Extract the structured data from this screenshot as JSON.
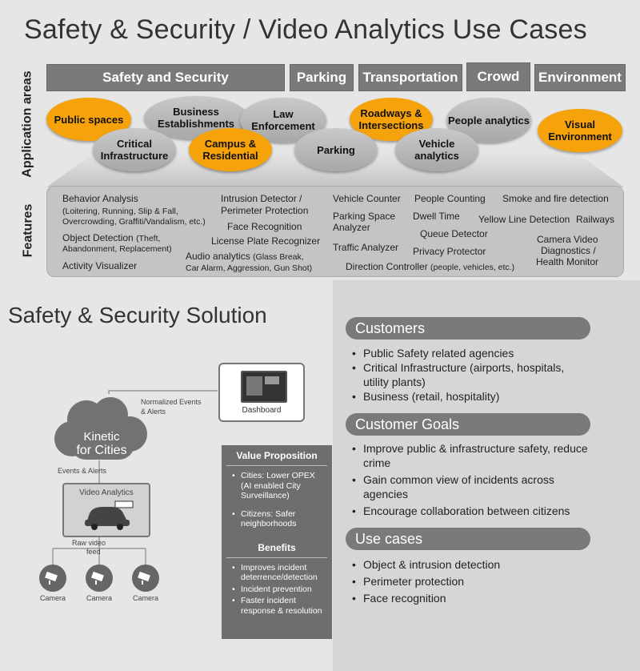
{
  "title": "Safety & Security / Video Analytics Use Cases",
  "side_labels": {
    "application_areas": "Application areas",
    "features": "Features"
  },
  "categories": [
    "Safety and Security",
    "Parking",
    "Transportation",
    "Crowd",
    "Environment"
  ],
  "bubbles": {
    "public_spaces": "Public spaces",
    "business_establishments": "Business Establishments",
    "law_enforcement": "Law Enforcement",
    "roadways_intersections": "Roadways & Intersections",
    "people_analytics": "People analytics",
    "visual_environment": "Visual Environment",
    "critical_infrastructure": "Critical Infrastructure",
    "campus_residential": "Campus & Residential",
    "parking": "Parking",
    "vehicle_analytics": "Vehicle analytics"
  },
  "features": {
    "behavior_analysis": "Behavior Analysis",
    "behavior_detail_1": "(Loitering, Running, Slip & Fall,",
    "behavior_detail_2": "Overcrowding, Graffiti/Vandalism, etc.)",
    "object_detection": "Object Detection",
    "object_detail_1": "(Theft,",
    "object_detail_2": "Abandonment, Replacement)",
    "activity_visualizer": "Activity Visualizer",
    "intrusion_detector_1": "Intrusion Detector /",
    "intrusion_detector_2": "Perimeter Protection",
    "face_recognition": "Face Recognition",
    "license_plate": "License Plate Recognizer",
    "audio_analytics": "Audio analytics",
    "audio_detail_1": "(Glass Break,",
    "audio_detail_2": "Car Alarm, Aggression, Gun Shot)",
    "vehicle_counter": "Vehicle Counter",
    "parking_space_1": "Parking Space",
    "parking_space_2": "Analyzer",
    "traffic_analyzer": "Traffic Analyzer",
    "direction_controller": "Direction Controller",
    "direction_detail": "(people, vehicles, etc.)",
    "people_counting": "People Counting",
    "dwell_time": "Dwell Time",
    "queue_detector": "Queue Detector",
    "privacy_protector": "Privacy Protector",
    "smoke_fire": "Smoke and fire detection",
    "yellow_line": "Yellow Line Detection",
    "railways": "Railways",
    "camera_video_1": "Camera Video",
    "camera_video_2": "Diagnostics /",
    "camera_video_3": "Health Monitor"
  },
  "solution": {
    "title": "Safety & Security Solution",
    "dashboard": "Dashboard",
    "normalized_events_1": "Normalized Events",
    "normalized_events_2": "& Alerts",
    "kinetic_1": "Kinetic",
    "kinetic_2": "for Cities",
    "events_alerts": "Events & Alerts",
    "video_analytics": "Video Analytics",
    "raw_video_1": "Raw video",
    "raw_video_2": "feed",
    "cameras": [
      "Camera",
      "Camera",
      "Camera"
    ],
    "value_proposition": {
      "heading": "Value Proposition",
      "items": [
        "Cities: Lower OPEX (AI enabled City Surveillance)",
        "Citizens: Safer neighborhoods"
      ]
    },
    "benefits": {
      "heading": "Benefits",
      "items": [
        "Improves incident deterrence/detection",
        "Incident prevention",
        "Faster incident response & resolution"
      ]
    }
  },
  "customers": {
    "heading": "Customers",
    "items": [
      "Public Safety related agencies",
      "Critical Infrastructure (airports, hospitals, utility plants)",
      "Business (retail, hospitality)"
    ]
  },
  "customer_goals": {
    "heading": "Customer Goals",
    "items": [
      "Improve public & infrastructure safety, reduce crime",
      "Gain common view of incidents across agencies",
      "Encourage collaboration between citizens"
    ]
  },
  "use_cases": {
    "heading": "Use cases",
    "items": [
      "Object & intrusion detection",
      "Perimeter protection",
      "Face recognition"
    ]
  },
  "colors": {
    "accent_orange": "#f5a20b",
    "dark_grey": "#7a7a7a",
    "panel_grey": "#d6d6d6"
  }
}
